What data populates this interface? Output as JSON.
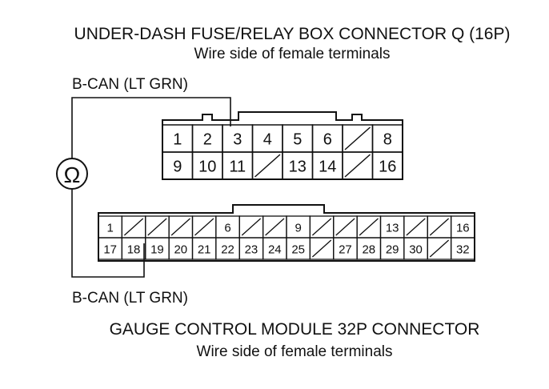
{
  "top_connector": {
    "title": "UNDER-DASH FUSE/RELAY BOX CONNECTOR Q (16P)",
    "subtitle": "Wire side of female terminals",
    "row1": [
      "1",
      "2",
      "3",
      "4",
      "5",
      "6",
      "",
      "8"
    ],
    "row2": [
      "9",
      "10",
      "11",
      "",
      "13",
      "14",
      "",
      "16"
    ]
  },
  "bottom_connector": {
    "title": "GAUGE CONTROL MODULE 32P CONNECTOR",
    "subtitle": "Wire side of female terminals",
    "row1": [
      "1",
      "",
      "",
      "",
      "",
      "6",
      "",
      "",
      "9",
      "",
      "",
      "",
      "13",
      "",
      "",
      "16"
    ],
    "row2": [
      "17",
      "18",
      "19",
      "20",
      "21",
      "22",
      "23",
      "24",
      "25",
      "",
      "27",
      "28",
      "29",
      "30",
      "",
      "32"
    ]
  },
  "wire_top_label": "B-CAN (LT GRN)",
  "wire_bottom_label": "B-CAN (LT GRN)",
  "meter_symbol": "Ω",
  "meter_icon": "ohmmeter-icon"
}
